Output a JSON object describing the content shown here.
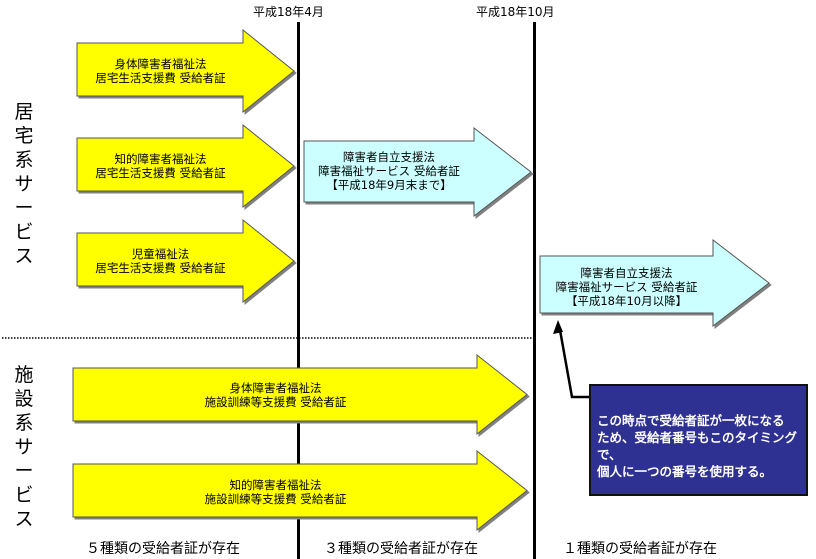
{
  "timeline": {
    "dates": [
      "平成18年4月",
      "平成18年10月"
    ]
  },
  "sections": [
    {
      "label": "居宅系サービス"
    },
    {
      "label": "施設系サービス"
    }
  ],
  "arrows": [
    {
      "lines": [
        "身体障害者福祉法",
        "居宅生活支援費  受給者証"
      ],
      "color": "#ffff00"
    },
    {
      "lines": [
        "知的障害者福祉法",
        "居宅生活支援費  受給者証"
      ],
      "color": "#ffff00"
    },
    {
      "lines": [
        "児童福祉法",
        "居宅生活支援費  受給者証"
      ],
      "color": "#ffff00"
    },
    {
      "lines": [
        "障害者自立支援法",
        "障害福祉サービス  受給者証",
        "【平成18年9月末まで】"
      ],
      "color": "#ccffff"
    },
    {
      "lines": [
        "障害者自立支援法",
        "障害福祉サービス  受給者証",
        "【平成18年10月以降】"
      ],
      "color": "#ccffff"
    },
    {
      "lines": [
        "身体障害者福祉法",
        "施設訓練等支援費  受給者証"
      ],
      "color": "#ffff00"
    },
    {
      "lines": [
        "知的障害者福祉法",
        "施設訓練等支援費  受給者証"
      ],
      "color": "#ffff00"
    }
  ],
  "note": {
    "lines": [
      "この時点で受給者証が一枚になる",
      "ため、受給者番号もこのタイミングで、",
      "個人に一つの番号を使用する。"
    ],
    "color": "#2e3192"
  },
  "bottom_labels": [
    "５種類の受給者証が存在",
    "３種類の受給者証が存在",
    "１種類の受給者証が存在"
  ]
}
